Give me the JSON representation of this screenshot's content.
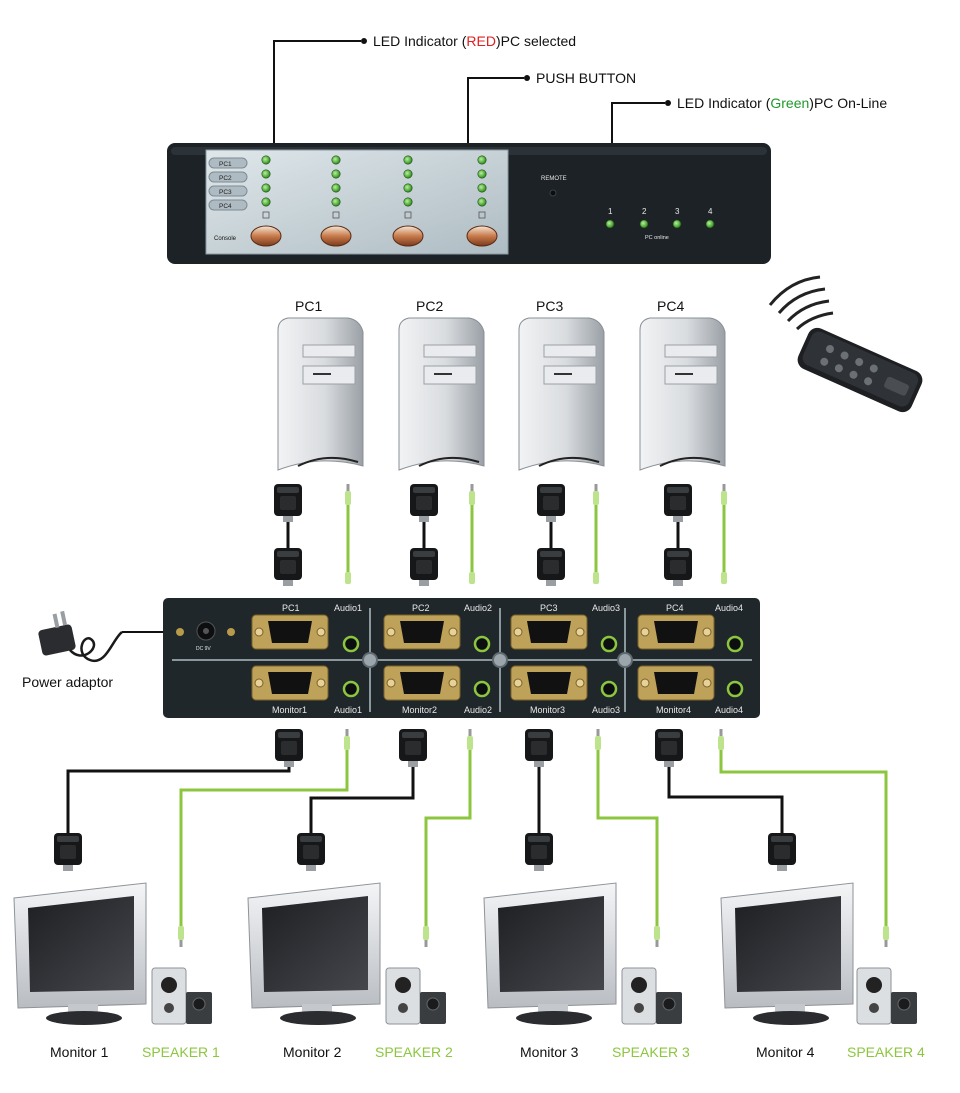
{
  "callouts": {
    "led_red": {
      "prefix": "LED Indicator (",
      "highlight": "RED",
      "suffix": ")PC selected",
      "highlight_color": "#e02020"
    },
    "push_button": {
      "text": "PUSH BUTTON"
    },
    "led_green": {
      "prefix": "LED Indicator (",
      "highlight": "Green",
      "suffix": ")PC On-Line",
      "highlight_color": "#1f9a2a"
    }
  },
  "front_panel": {
    "pc_tags": [
      "PC1",
      "PC2",
      "PC3",
      "PC4"
    ],
    "console_label": "Console",
    "remote_label": "REMOTE",
    "online_numbers": [
      "1",
      "2",
      "3",
      "4"
    ],
    "online_caption": "PC online"
  },
  "computers": [
    "PC1",
    "PC2",
    "PC3",
    "PC4"
  ],
  "back_panel": {
    "pc_ports": [
      "PC1",
      "PC2",
      "PC3",
      "PC4"
    ],
    "audio_in": [
      "Audio1",
      "Audio2",
      "Audio3",
      "Audio4"
    ],
    "monitor_ports": [
      "Monitor1",
      "Monitor2",
      "Monitor3",
      "Monitor4"
    ],
    "audio_out": [
      "Audio1",
      "Audio2",
      "Audio3",
      "Audio4"
    ],
    "dc_label": "DC 9V"
  },
  "power_adaptor": "Power adaptor",
  "monitors": [
    "Monitor 1",
    "Monitor 2",
    "Monitor 3",
    "Monitor 4"
  ],
  "speakers": [
    "SPEAKER 1",
    "SPEAKER 2",
    "SPEAKER 3",
    "SPEAKER 4"
  ],
  "colors": {
    "cable_green": "#8cc63f",
    "cable_black": "#111111",
    "chassis": "#1d2226",
    "panel_face": "#c9d6dc"
  },
  "icons": [
    "vga-connector-icon",
    "audio-plug-icon",
    "remote-control-icon",
    "power-plug-icon",
    "speaker-icon"
  ]
}
